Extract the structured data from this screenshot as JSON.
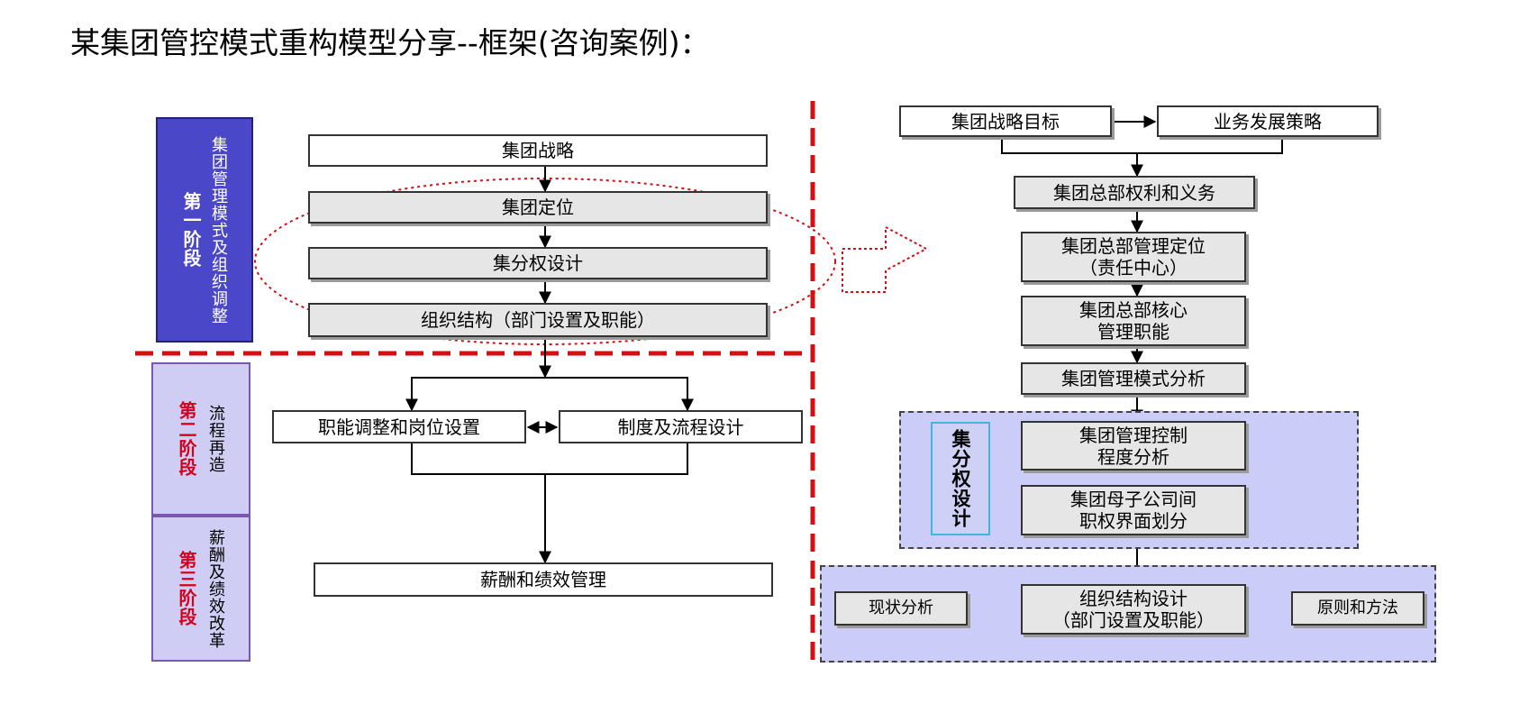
{
  "title": "某集团管控模式重构模型分享--框架(咨询案例)：",
  "stages": [
    {
      "num": "第一阶段",
      "desc": "集团管理模式及组织调整"
    },
    {
      "num": "第二阶段",
      "desc": "流程再造"
    },
    {
      "num": "第三阶段",
      "desc": "薪酬及绩效改革"
    }
  ],
  "left_flow": {
    "strategy": "集团战略",
    "positioning": "集团定位",
    "centralization": "集分权设计",
    "org_structure": "组织结构（部门设置及职能）",
    "job_adjust": "职能调整和岗位设置",
    "process_design": "制度及流程设计",
    "compensation": "薪酬和绩效管理"
  },
  "right_flow": {
    "strategic_goal": "集团战略目标",
    "business_strategy": "业务发展策略",
    "hq_rights": "集团总部权利和义务",
    "hq_positioning": "集团总部管理定位\n（责任中心）",
    "hq_core_functions": "集团总部核心\n管理职能",
    "mgmt_model_analysis": "集团管理模式分析",
    "centralization_label": "集分权设计",
    "control_degree": "集团管理控制\n程度分析",
    "authority_division": "集团母子公司间\n职权界面划分",
    "org_design": "组织结构设计\n（部门设置及职能）",
    "status_analysis": "现状分析",
    "principles_methods": "原则和方法"
  },
  "colors": {
    "stage1_bg": "#4a47c9",
    "stage2_bg": "#cfcdf3",
    "stage_red": "#d4001c",
    "divider_red": "#d40f14",
    "panel_bg": "#ccccf8",
    "box_gray": "#e6e6e6"
  }
}
